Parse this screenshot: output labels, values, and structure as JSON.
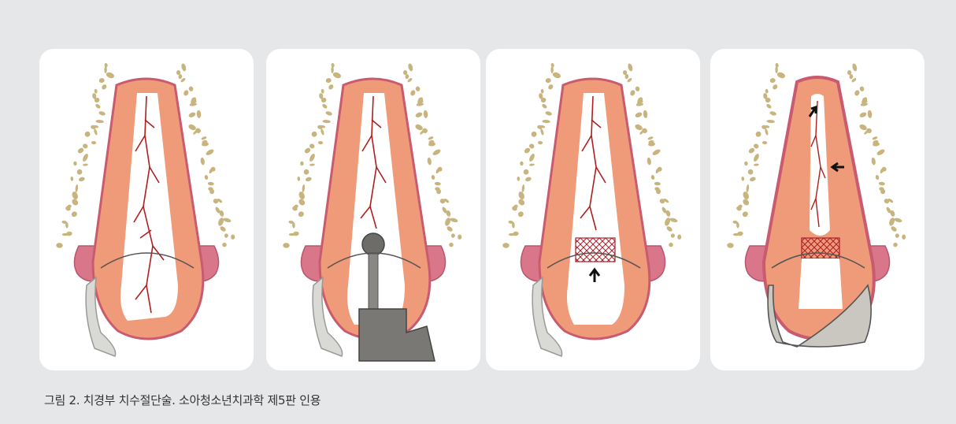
{
  "caption": "그림 2. 치경부 치수절단술. 소아청소년치과학 제5판 인용",
  "colors": {
    "background": "#e6e7e8",
    "panel": "#ffffff",
    "bone": "#c8b47e",
    "gum": "#d9768a",
    "gum_light": "#f0a7b4",
    "dentin": "#ef9a78",
    "dentin_dark": "#d06a48",
    "pulp_vessel": "#b01e1e",
    "crown": "#d9d9d6",
    "bur": "#7a7874"
  },
  "panels": [
    {
      "stage": "intact-pulp"
    },
    {
      "stage": "bur-removal"
    },
    {
      "stage": "dressing-placed"
    },
    {
      "stage": "restored"
    }
  ]
}
